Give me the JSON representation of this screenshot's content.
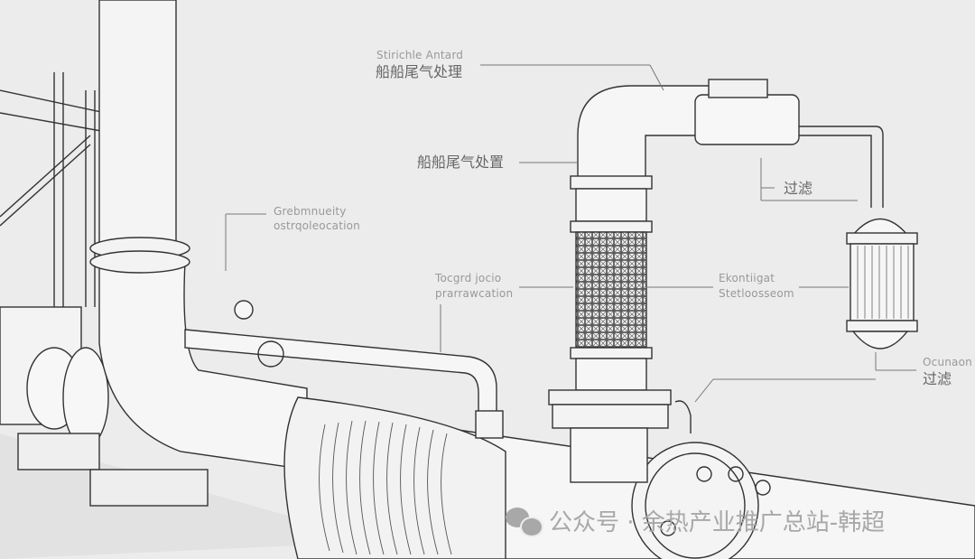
{
  "labels": {
    "top_en": "Stirichle Antard",
    "top_cn": "船船尾气处理",
    "mid_cn": "船船尾气处置",
    "left_en_1": "Grebmnueity",
    "left_en_2": "ostrqoleocation",
    "center_en_1": "Tocgrd jocio",
    "center_en_2": "prarrawcation",
    "filter_top_cn": "过滤",
    "right_en_1": "Ekontiigat",
    "right_en_2": "Stetloosseom",
    "bottom_right_en": "Ocunaon",
    "bottom_right_cn": "过滤"
  },
  "watermark": {
    "icon": "wechat-icon",
    "text": "公众号 · 余热产业推广总站-韩超"
  }
}
